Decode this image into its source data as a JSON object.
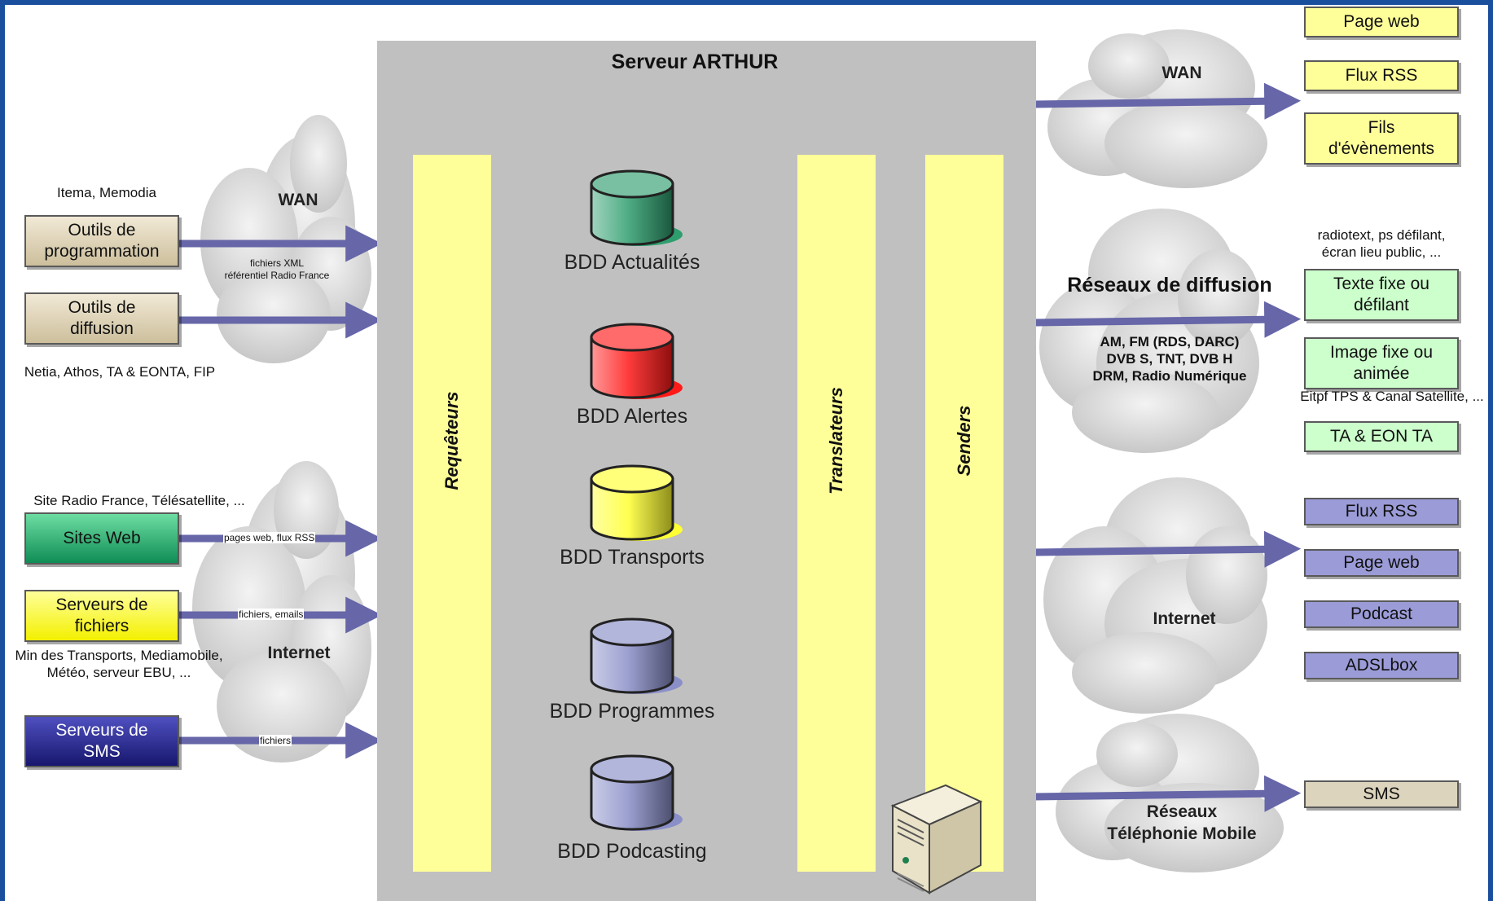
{
  "title": "Serveur ARTHUR",
  "sources": {
    "wan": {
      "cloud_label": "WAN",
      "caption_top": "Itema, Memodia",
      "prog_tools": "Outils de\nprogrammation",
      "diff_tools": "Outils de\ndiffusion",
      "arrow_note": "fichiers XML\nréférentiel Radio France",
      "caption_bottom": "Netia, Athos, TA & EONTA, FIP"
    },
    "internet": {
      "cloud_label": "Internet",
      "caption_top": "Site Radio France, Télésatellite, ...",
      "web_sites": "Sites Web",
      "web_arrow": "pages web, flux RSS",
      "file_servers": "Serveurs de\nfichiers",
      "file_arrow": "fichiers, emails",
      "caption_mid": "Min des Transports, Mediamobile,\nMétéo, serveur EBU, ...",
      "sms_servers": "Serveurs de\nSMS",
      "sms_arrow": "fichiers"
    }
  },
  "server": {
    "requesters": "Requêteurs",
    "translators": "Translateurs",
    "senders": "Senders",
    "databases": [
      {
        "label": "BDD Actualités",
        "color": "#2f9e6e"
      },
      {
        "label": "BDD Alertes",
        "color": "#ff1a1a"
      },
      {
        "label": "BDD Transports",
        "color": "#ffff33"
      },
      {
        "label": "BDD Programmes",
        "color": "#8a8fc8"
      },
      {
        "label": "BDD Podcasting",
        "color": "#8a8fc8"
      }
    ]
  },
  "outputs": {
    "wan": {
      "cloud_label": "WAN",
      "items": [
        "Page web",
        "Flux RSS",
        "Fils\nd'évènements"
      ]
    },
    "broadcast": {
      "title": "Réseaux de diffusion",
      "networks": "AM, FM (RDS, DARC)\nDVB S, TNT, DVB H\nDRM, Radio Numérique",
      "caption_top": "radiotext, ps défilant,\nécran lieu public, ...",
      "text_box": "Texte fixe ou\ndéfilant",
      "image_box": "Image fixe ou\nanimée",
      "caption_mid": "Eitpf TPS & Canal Satellite, ...",
      "ta_box": "TA & EON TA"
    },
    "internet": {
      "cloud_label": "Internet",
      "items": [
        "Flux RSS",
        "Page web",
        "Podcast",
        "ADSLbox"
      ]
    },
    "mobile": {
      "cloud_label": "Réseaux\nTéléphonie Mobile",
      "sms": "SMS"
    }
  },
  "colors": {
    "arrow": "#6666a8",
    "background": "#1a4f9e",
    "server_panel": "#c0c0c0",
    "column": "#ffff99"
  }
}
